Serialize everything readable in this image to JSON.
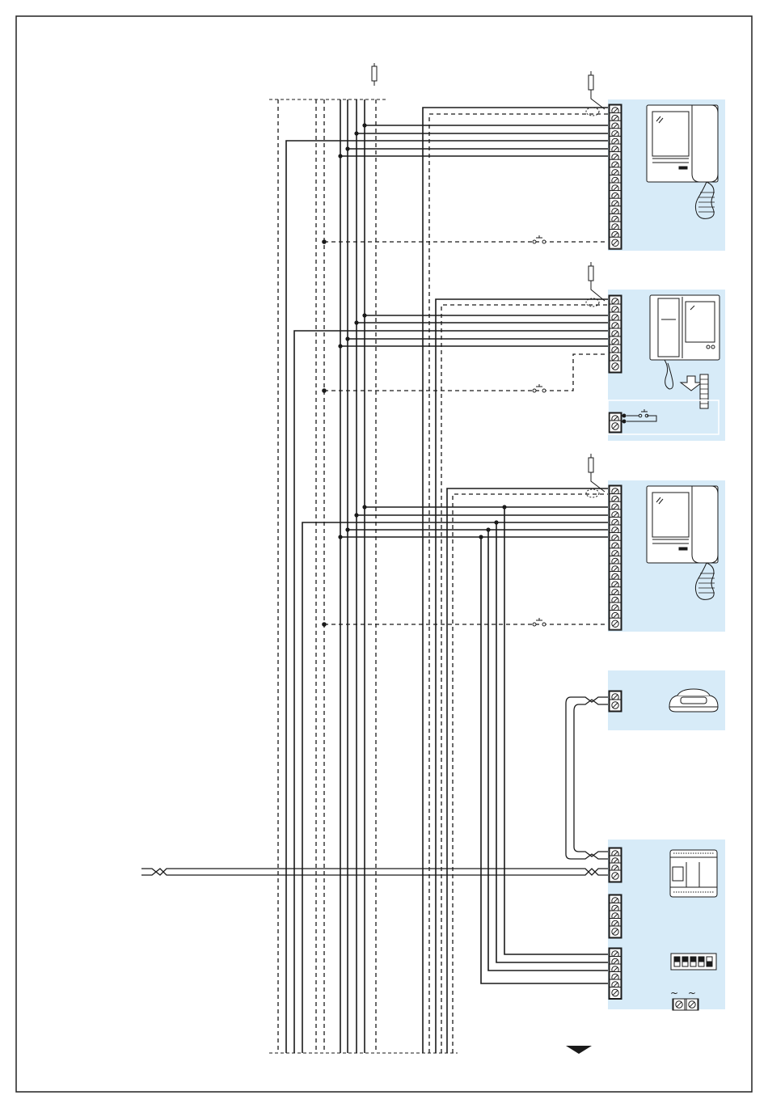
{
  "colors": {
    "line": "#1a1a1a",
    "panel": "#d7ebf8",
    "background": "#ffffff",
    "border": "#222222"
  },
  "diagram": {
    "stations": [
      {
        "id": "intercom-1",
        "device": "handset-intercom",
        "icon": "handset-intercom-icon"
      },
      {
        "id": "intercom-2",
        "device": "video-intercom-with-bracket",
        "icon": "video-intercom-icon"
      },
      {
        "id": "intercom-3",
        "device": "handset-intercom",
        "icon": "handset-intercom-icon"
      },
      {
        "id": "telephone",
        "device": "telephone",
        "icon": "telephone-icon"
      },
      {
        "id": "power-unit",
        "device": "power-supply-with-dip-switches",
        "icon": "power-supply-icon"
      }
    ],
    "supply_symbol": "~ ~",
    "continuation_arrow": "down-arrow-icon"
  }
}
